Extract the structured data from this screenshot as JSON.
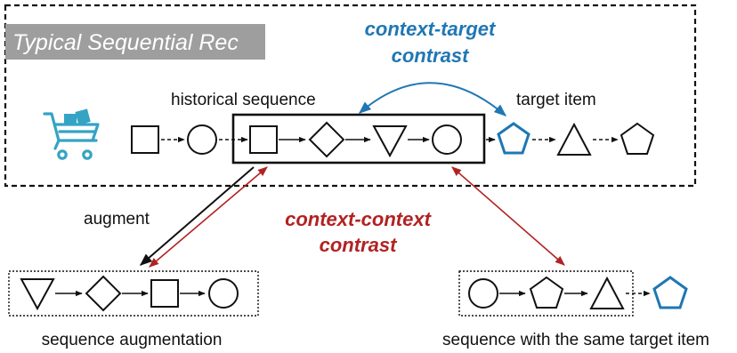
{
  "frame_label": "Typical Sequential Rec",
  "labels": {
    "context_target_line1": "context-target",
    "context_target_line2": "contrast",
    "historical_sequence": "historical sequence",
    "target_item": "target item",
    "augment": "augment",
    "context_context_line1": "context-context",
    "context_context_line2": "contrast",
    "sequence_augmentation": "sequence augmentation",
    "sequence_same_target": "sequence with the same target item"
  },
  "icons": {
    "cart": "shopping-cart-icon"
  },
  "sequences": {
    "main": [
      "square",
      "circle",
      "square",
      "diamond",
      "triangle-down",
      "circle",
      "pentagon-target",
      "triangle-up",
      "pentagon"
    ],
    "augmented": [
      "triangle-down",
      "diamond",
      "square",
      "circle"
    ],
    "same_target": [
      "circle",
      "pentagon",
      "triangle-up",
      "pentagon-target"
    ]
  },
  "colors": {
    "blue": "#1f77b4",
    "red": "#b22222",
    "cart": "#35a3c4",
    "label_box": "#9e9e9e"
  }
}
